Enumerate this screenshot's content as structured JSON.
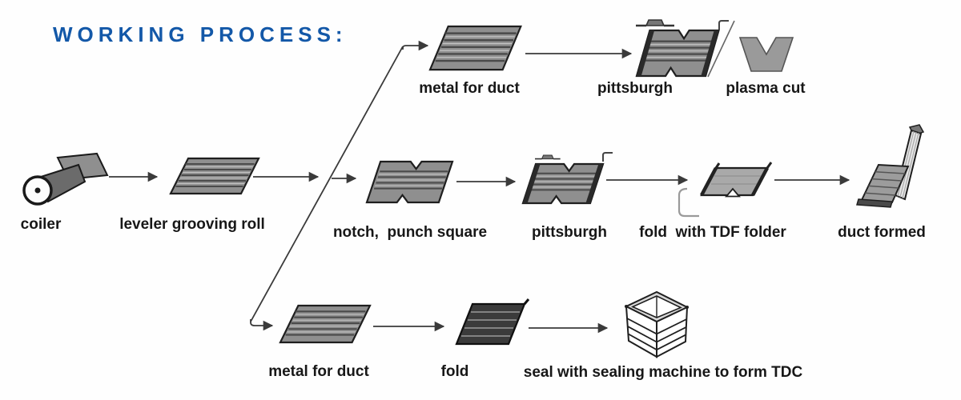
{
  "title": "WORKING PROCESS:",
  "colors": {
    "title_blue": "#1358a8",
    "arrow": "#3a3a3a",
    "sheet_gray": "#8f8f8f",
    "sheet_dark": "#3b3b3b",
    "outline": "#1f1f1f"
  },
  "icons": [
    "coiler-icon",
    "grooved-sheet-icon",
    "notched-sheet-icon",
    "pittsburgh-sheet-icon",
    "seam-profile-icon",
    "hook-icon",
    "plasma-v-icon",
    "tdf-tray-icon",
    "tdf-profile-icon",
    "duct-formed-icon",
    "dark-fold-icon",
    "tdc-box-icon"
  ],
  "stages": {
    "coiler": "coiler",
    "leveler": "leveler grooving roll",
    "top": {
      "metal": "metal for duct",
      "pittsburgh": "pittsburgh",
      "plasma": "plasma cut"
    },
    "middle": {
      "notch": "notch,  punch square",
      "pittsburgh": "pittsburgh",
      "fold": "fold  with TDF folder",
      "duct": "duct formed"
    },
    "bottom": {
      "metal": "metal for duct",
      "fold": "fold",
      "seal": "seal with sealing machine to form TDC"
    }
  }
}
